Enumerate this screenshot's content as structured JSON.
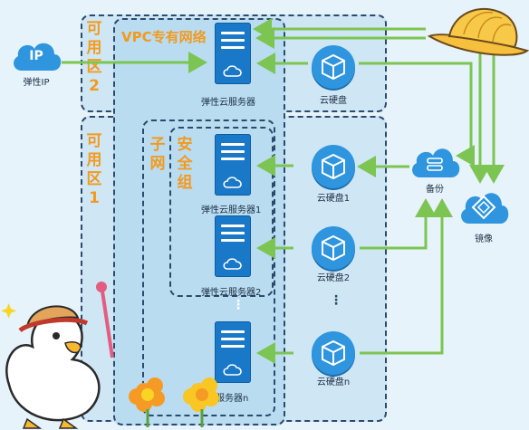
{
  "ip": {
    "title": "IP",
    "caption": "弹性IP"
  },
  "az2": {
    "chars": [
      "可",
      "用",
      "区",
      "2"
    ]
  },
  "az1": {
    "chars": [
      "可",
      "用",
      "区",
      "1"
    ]
  },
  "vpc": {
    "label": "VPC专有网络"
  },
  "subnet": {
    "chars": [
      "子",
      "网"
    ]
  },
  "security_group": {
    "chars": [
      "安",
      "全",
      "组"
    ]
  },
  "servers": [
    {
      "label": "弹性云服务器"
    },
    {
      "label": "弹性云服务器1"
    },
    {
      "label": "弹性云服务器2"
    },
    {
      "label": "服务器n"
    }
  ],
  "disks": [
    {
      "label": "云硬盘"
    },
    {
      "label": "云硬盘1"
    },
    {
      "label": "云硬盘2"
    },
    {
      "label": "云硬盘n"
    }
  ],
  "backup": {
    "label": "备份"
  },
  "image": {
    "label": "镜像"
  },
  "ellipsis": "⋮",
  "colors": {
    "arrow": "#7cc552",
    "server": "#1a78c8",
    "cloud": "#2f95df",
    "label_orange": "#f29a1e",
    "zone_border": "#2c4a6b",
    "background": "#e6f3fb"
  },
  "icons": [
    "cloud-icon",
    "server-icon",
    "disk-cube-icon",
    "backup-icon",
    "image-diamond-icon",
    "straw-hat-icon",
    "duck-mascot-icon",
    "flower-icon"
  ]
}
